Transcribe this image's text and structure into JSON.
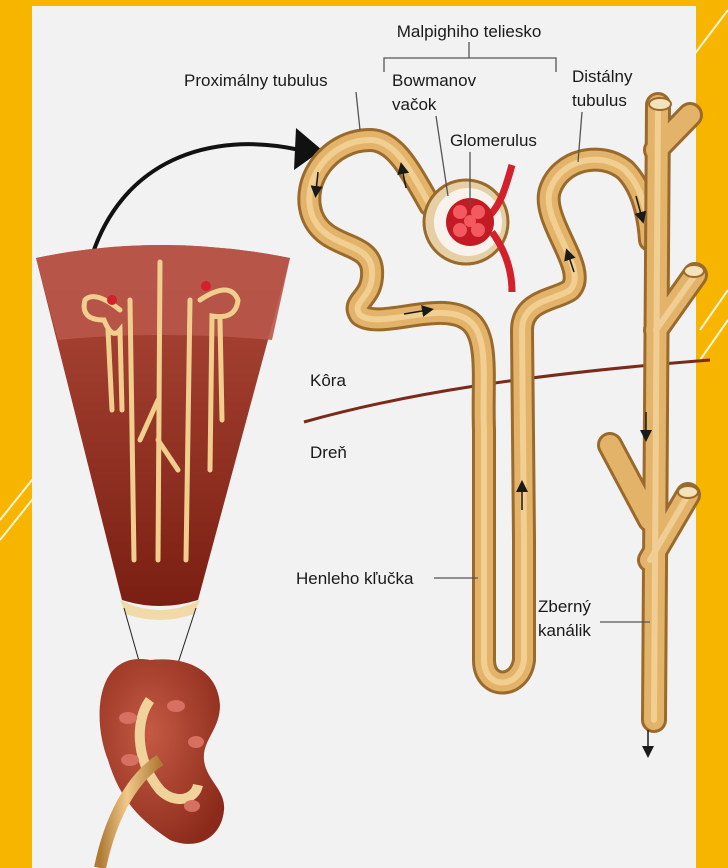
{
  "labels": {
    "malpighi": "Malpighiho teliesko",
    "proximal": "Proximálny tubulus",
    "bowman_1": "Bowmanov",
    "bowman_2": "vačok",
    "glomerulus": "Glomerulus",
    "distal_1": "Distálny",
    "distal_2": "tubulus",
    "cortex": "Kôra",
    "medulla": "Dreň",
    "henle": "Henleho kľučka",
    "collecting_1": "Zberný",
    "collecting_2": "kanálik"
  },
  "colors": {
    "frame": "#f7b500",
    "panel": "#f2f2f2",
    "tubule": "#d9a45c",
    "tubule_light": "#f2cf94",
    "vessel": "#d4202a",
    "tissue": "#8e2a1c",
    "boundary": "#7a2a1a"
  }
}
